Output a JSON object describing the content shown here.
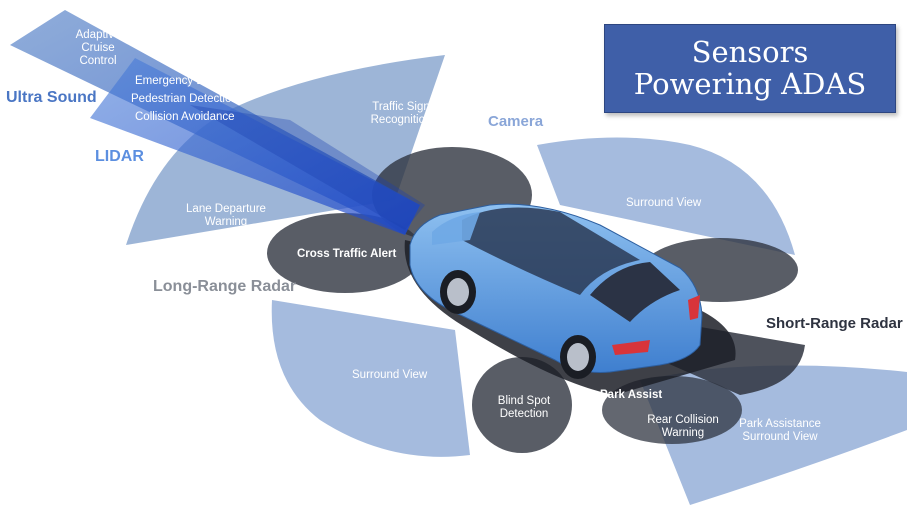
{
  "title": "Sensors Powering ADAS",
  "legend": {
    "ultra_sound": "Ultra Sound",
    "lidar": "LIDAR",
    "camera": "Camera",
    "long_range_radar": "Long-Range Radar",
    "short_range_radar": "Short-Range Radar"
  },
  "labels": {
    "adaptive_cruise": "Adaptive Cruise Control",
    "emergency_braking": "Emergency Braking",
    "pedestrian_detection": "Pedestrian Detection",
    "collision_avoidance": "Collision Avoidance",
    "traffic_sign": "Traffic Sign Recognition",
    "lane_departure": "Lane Departure Warning",
    "cross_traffic": "Cross Traffic Alert",
    "surround_view_right": "Surround View",
    "surround_view_left": "Surround View",
    "blind_spot": "Blind Spot Detection",
    "park_assist": "Park Assist",
    "rear_collision": "Rear Collision Warning",
    "park_assistance_surround": "Park Assistance Surround View"
  },
  "colors": {
    "long_range_radar": "#7c9cc9",
    "camera_zone": "#8eaad6",
    "short_range_radar": "#2f3440",
    "lidar_beam": "#2d5fd0",
    "ultra_sound_beam": "#3c6fb4",
    "car_body": "#5a97dd",
    "title_box": "#3f5fa8"
  }
}
